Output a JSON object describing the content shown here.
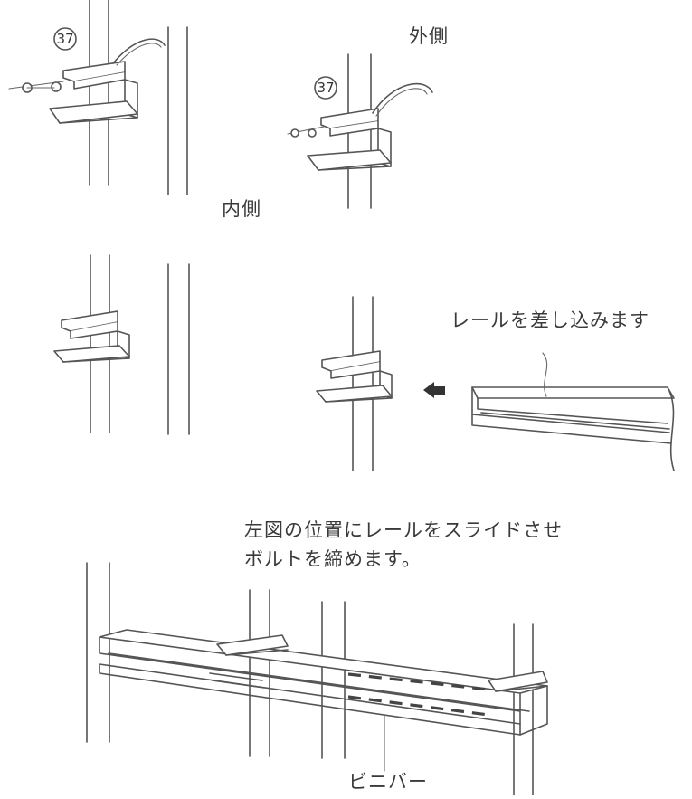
{
  "labels": {
    "outside": "外側",
    "inside": "内側",
    "insert_rail": "レールを差し込みます",
    "slide_line1": "左図の位置にレールをスライドさせ",
    "slide_line2": "ボルトを締めます。",
    "vinyl_bar": "ビニバー"
  },
  "part_number": "37"
}
